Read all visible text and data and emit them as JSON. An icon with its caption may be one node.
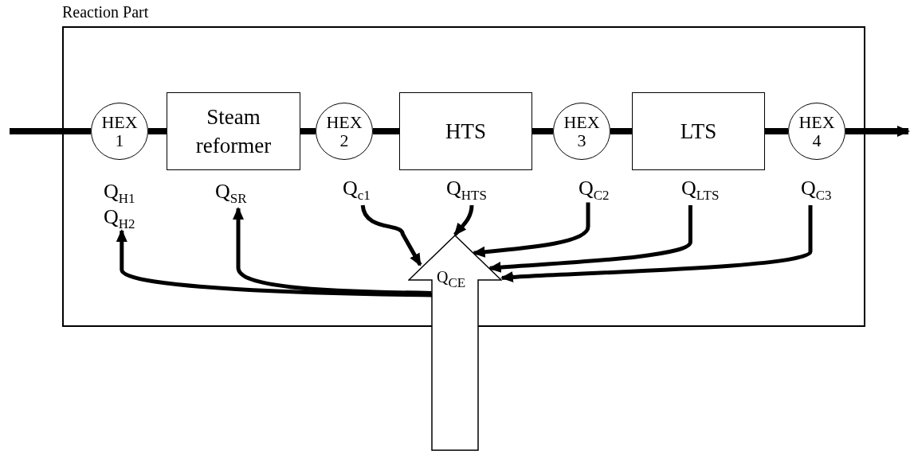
{
  "diagram": {
    "nodes": [
      {
        "text": [
          "Reaction Part"
        ]
      },
      {
        "text": [
          "HEX 1"
        ],
        "in": 0
      },
      {
        "text": [
          "Steam reformer"
        ],
        "in": 0
      },
      {
        "text": [
          "HEX 2"
        ],
        "in": 0
      },
      {
        "text": [
          "HTS"
        ],
        "in": 0
      },
      {
        "text": [
          "HEX 3"
        ],
        "in": 0
      },
      {
        "text": [
          "LTS"
        ],
        "in": 0
      },
      {
        "text": [
          "HEX 4"
        ],
        "in": 0
      },
      {
        "text": [
          "Q$_{H1}$",
          "Q$_{H2}$"
        ],
        "in": 0
      },
      {
        "text": [
          "Q$_{SR}$"
        ],
        "in": 0
      },
      {
        "text": [
          "Q$_{c1}$"
        ],
        "in": 0
      },
      {
        "text": [
          "Q$_{HTS}$"
        ],
        "in": 0
      },
      {
        "text": [
          "Q$_{C2}$"
        ],
        "in": 0
      },
      {
        "text": [
          "Q$_{LTS}$"
        ],
        "in": 0
      },
      {
        "text": [
          "Q$_{C3}$"
        ],
        "in": 0
      },
      {
        "text": [
          "Q$_{CE}$"
        ]
      }
    ],
    "edges": [
      {
        "from": null,
        "to": 1,
        "arrow": "none"
      },
      {
        "from": 1,
        "to": 2,
        "arrow": "none"
      },
      {
        "from": 2,
        "to": 3,
        "arrow": "none"
      },
      {
        "from": 3,
        "to": 4,
        "arrow": "none"
      },
      {
        "from": 4,
        "to": 5,
        "arrow": "none"
      },
      {
        "from": 5,
        "to": 6,
        "arrow": "none"
      },
      {
        "from": 6,
        "to": 7,
        "arrow": "none"
      },
      {
        "from": 7,
        "to": null,
        "arrow": "to"
      },
      {
        "from": 10,
        "to": 15,
        "arrow": "to"
      },
      {
        "from": 11,
        "to": 15,
        "arrow": "to"
      },
      {
        "from": 12,
        "to": 15,
        "arrow": "to"
      },
      {
        "from": 13,
        "to": 15,
        "arrow": "to"
      },
      {
        "from": 14,
        "to": 15,
        "arrow": "to"
      },
      {
        "from": 15,
        "to": 8,
        "arrow": "to"
      },
      {
        "from": 15,
        "to": 9,
        "arrow": "to"
      }
    ]
  }
}
